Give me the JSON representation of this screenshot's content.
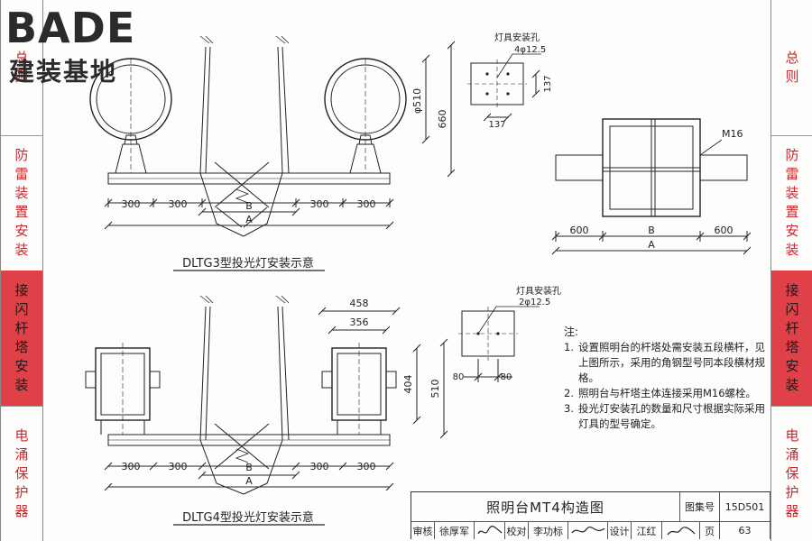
{
  "logo": {
    "brand": "BADE",
    "subtitle": "建装基地"
  },
  "left_tabs": [
    {
      "label": "总则",
      "active": false
    },
    {
      "label": "防雷装置安装",
      "active": false
    },
    {
      "label": "接闪杆塔安装",
      "active": true
    },
    {
      "label": "电涌保护器",
      "active": false
    }
  ],
  "right_tabs": [
    {
      "label": "总则",
      "active": false
    },
    {
      "label": "防雷装置安装",
      "active": false
    },
    {
      "label": "接闪杆塔安装",
      "active": true
    },
    {
      "label": "电涌保护器",
      "active": false
    }
  ],
  "top_diagram": {
    "caption": "DLTG3型投光灯安装示意",
    "dims_bottom": [
      "300",
      "300",
      "300",
      "300"
    ],
    "label_b": "B",
    "label_a": "A",
    "height_outer": "660",
    "diameter": "φ510",
    "hole_title": "灯具安装孔",
    "hole_spec": "4φ12.5",
    "hole_dim_right": "137",
    "hole_dim_bottom": "137"
  },
  "plan_view": {
    "bolt": "M16",
    "dim_left": "600",
    "dim_mid": "B",
    "dim_right": "600",
    "dim_total": "A"
  },
  "bottom_diagram": {
    "caption": "DLTG4型投光灯安装示意",
    "dims_bottom": [
      "300",
      "300",
      "300",
      "300"
    ],
    "label_b": "B",
    "label_a": "A",
    "dim_458": "458",
    "dim_356": "356",
    "dim_404": "404",
    "dim_510": "510",
    "hole_title": "灯具安装孔",
    "hole_spec": "2φ12.5",
    "hole_dim_left": "80",
    "hole_dim_right": "80"
  },
  "notes": {
    "heading": "注:",
    "items": [
      {
        "num": "1.",
        "text": "设置照明台的杆塔处需安装五段横杆，见上图所示，采用的角钢型号同本段横材规格。"
      },
      {
        "num": "2.",
        "text": "照明台与杆塔主体连接采用M16螺栓。"
      },
      {
        "num": "3.",
        "text": "投光灯安装孔的数量和尺寸根据实际采用灯具的型号确定。"
      }
    ]
  },
  "title_block": {
    "title": "照明台MT4构造图",
    "atlas_label": "图集号",
    "atlas_no": "15D501",
    "review_label": "审核",
    "reviewer": "徐厚军",
    "check_label": "校对",
    "checker": "李功标",
    "design_label": "设计",
    "designer": "江红",
    "page_label": "页",
    "page_no": "63"
  }
}
